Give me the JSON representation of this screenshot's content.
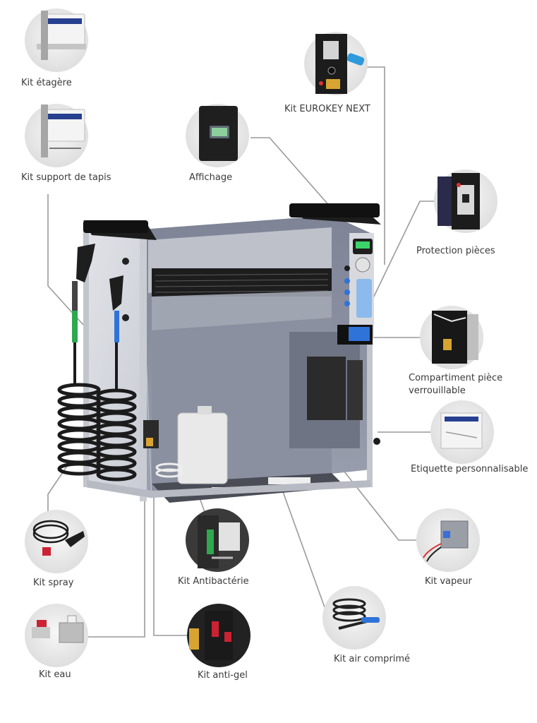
{
  "callouts": [
    {
      "id": "kit-etagere",
      "label": "Kit étagère"
    },
    {
      "id": "kit-support-tapis",
      "label": "Kit support de tapis"
    },
    {
      "id": "affichage",
      "label": "Affichage"
    },
    {
      "id": "kit-eurokey-next",
      "label": "Kit EUROKEY NEXT"
    },
    {
      "id": "protection-pieces",
      "label": "Protection pièces"
    },
    {
      "id": "compartiment-piece",
      "label": "Compartiment pièce verrouillable"
    },
    {
      "id": "etiquette",
      "label": "Etiquette personnalisable"
    },
    {
      "id": "kit-vapeur",
      "label": "Kit vapeur"
    },
    {
      "id": "kit-air-comprime",
      "label": "Kit air comprimé"
    },
    {
      "id": "kit-anti-gel",
      "label": "Kit anti-gel"
    },
    {
      "id": "kit-antibacterie",
      "label": "Kit Antibactérie"
    },
    {
      "id": "kit-eau",
      "label": "Kit eau"
    },
    {
      "id": "kit-spray",
      "label": "Kit spray"
    }
  ],
  "colors": {
    "leader_line": "#9a9a9a",
    "machine_frame": "#b9bcc4",
    "machine_panel": "#8d93a3",
    "machine_top": "#1c1c1c",
    "accent_blue": "#2f73d8",
    "accent_green": "#2fa84f",
    "thumb_bg": "#ededed"
  }
}
